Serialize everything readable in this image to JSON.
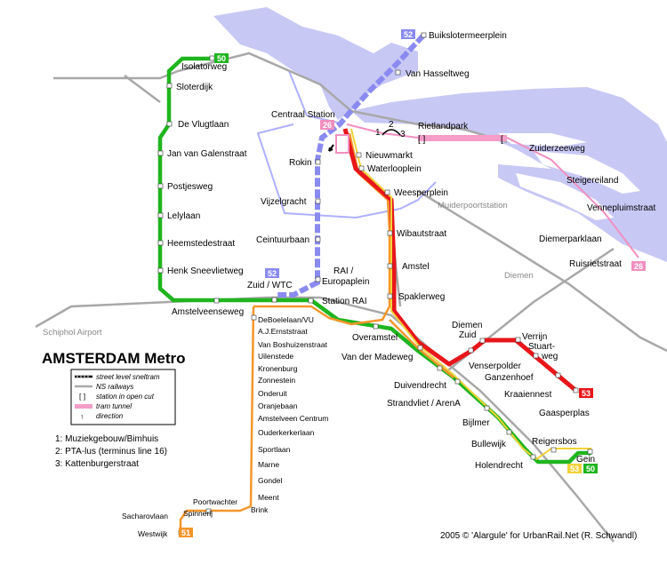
{
  "colors": {
    "water": "#c8c8f5",
    "rail": "#a8a8a8",
    "line50": "#1fb51f",
    "line51": "#f4962a",
    "line52": "#8a8af0",
    "line53": "#e8161a",
    "line54": "#f2d23a",
    "tram": "#f59cc8",
    "tram26": "#f08fc0",
    "thin_tram": "#b0b0ff"
  },
  "title": "AMSTERDAM Metro",
  "legend": {
    "items": [
      {
        "label": "street level sneltram",
        "icon": "street-level-line-icon"
      },
      {
        "label": "NS railways",
        "icon": "railway-line-icon"
      },
      {
        "label": "station in open cut",
        "icon": "open-cut-station-icon"
      },
      {
        "label": "tram tunnel",
        "icon": "tram-tunnel-icon"
      },
      {
        "label": "direction",
        "icon": "direction-arrow-icon"
      }
    ]
  },
  "notes": [
    "1: Muziekgebouw/Bimhuis",
    "2: PTA-lus (terminus line 16)",
    "3: Kattenburgerstraat"
  ],
  "credit": "2005 © 'Alargule' for UrbanRail.Net (R. Schwandl)",
  "badges": {
    "b50_top": "50",
    "b52_top": "52",
    "b26_left": "26",
    "b26_right": "26",
    "b52_mid": "52",
    "b53": "53",
    "b53_gein": "53",
    "b50_gein": "50",
    "b51": "51"
  },
  "junction_numbers": {
    "n1": "1",
    "n2": "2",
    "n3": "3"
  },
  "places": {
    "schiphol": "Schiphol Airport",
    "muiderpoort": "Muiderpoortstation",
    "diemen": "Diemen"
  },
  "stations": {
    "isolatorweg": "Isolatorweg",
    "sloterdijk": "Sloterdijk",
    "de_vlugtlaan": "De Vlugtlaan",
    "jan_van_galenstraat": "Jan van Galenstraat",
    "postjesweg": "Postjesweg",
    "lelylaan": "Lelylaan",
    "heemstedestraat": "Heemstedestraat",
    "henk_sneevlietweg": "Henk Sneevlietweg",
    "amstelveenseweg": "Amstelveenseweg",
    "zuid_wtc": "Zuid / WTC",
    "rai_europaplein_1": "RAI /",
    "rai_europaplein_2": "Europaplein",
    "station_rai": "Station RAI",
    "buikslotermeerplein": "Buikslotermeerplein",
    "van_hasseltweg": "Van Hasseltweg",
    "centraal_station": "Centraal Station",
    "rietlandpark": "Rietlandpark",
    "zuiderzeeweg": "Zuiderzeeweg",
    "steigereiland": "Steigereiland",
    "vennepluimstraat": "Vennepluimstraat",
    "diemerparklaan": "Diemerparklaan",
    "ruisrietstraat": "Ruisrietstraat",
    "rokin": "Rokin",
    "vijzelgracht": "Vijzelgracht",
    "ceintuurbaan": "Ceintuurbaan",
    "nieuwmarkt": "Nieuwmarkt",
    "waterlooplein": "Waterlooplein",
    "weesperplein": "Weesperplein",
    "wibautstraat": "Wibautstraat",
    "amstel": "Amstel",
    "spaklerweg": "Spaklerweg",
    "overamstel": "Overamstel",
    "van_der_madeweg": "Van der Madeweg",
    "duivendrecht": "Duivendrecht",
    "strandvliet": "Strandvliet / ArenA",
    "bijlmer": "Bijlmer",
    "bullewijk": "Bullewijk",
    "holendrecht": "Holendrecht",
    "reigersbos": "Reigersbos",
    "gein": "Gein",
    "diemen_zuid_1": "Diemen",
    "diemen_zuid_2": "Zuid",
    "verrijn_1": "Verrijn",
    "verrijn_2": "Stuart-",
    "verrijn_3": "weg",
    "venserpolder": "Venserpolder",
    "ganzenhoef": "Ganzenhoef",
    "kraaiennest": "Kraaiennest",
    "gaasperplas": "Gaasperplas",
    "deboelelaan": "DeBoelelaan/VU",
    "aj_ernststraat": "A.J.Ernststraat",
    "van_boshuizenstraat": "Van Boshuizenstraat",
    "uilenstede": "Uilenstede",
    "kronenburg": "Kronenburg",
    "zonnestein": "Zonnestein",
    "onderuit": "Onderuit",
    "oranjebaan": "Oranjebaan",
    "amstelveen_centrum": "Amstelveen Centrum",
    "ouderkerkerlaan": "Ouderkerkerlaan",
    "sportlaan": "Sportlaan",
    "marne": "Marne",
    "gondel": "Gondel",
    "meent": "Meent",
    "brink": "Brink",
    "poortwachter": "Poortwachter",
    "spinnerij": "Spinnerij",
    "sacharovlaan": "Sacharovlaan",
    "westwijk": "Westwijk"
  }
}
